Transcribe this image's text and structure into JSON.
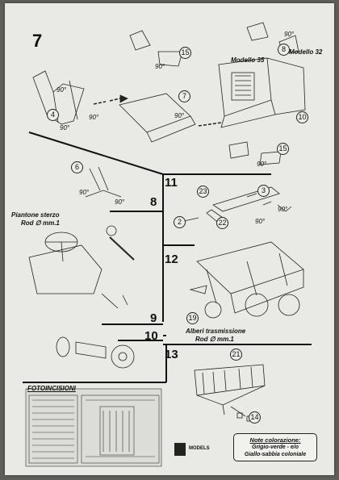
{
  "steps": {
    "s7": "7",
    "s8": "8",
    "s9": "9",
    "s10": "10",
    "s11": "11",
    "s12": "12",
    "s13": "13"
  },
  "parts": {
    "p4": "4",
    "p6": "6",
    "p7": "7",
    "p15a": "15",
    "p15b": "15",
    "p10": "10",
    "p8": "8",
    "p2": "2",
    "p3": "3",
    "p22": "22",
    "p23": "23",
    "p19": "19",
    "p14": "14",
    "p21": "21"
  },
  "angles": {
    "a90_1": "90°",
    "a90_2": "90°",
    "a90_3": "90°",
    "a90_4": "90°",
    "a90_5": "90°",
    "a90_6": "90°",
    "a90_7": "90°",
    "a90_8": "90°",
    "a90_9": "90°",
    "a90_10": "90°",
    "a90_11": "90°"
  },
  "labels": {
    "modello35": "Modello 35",
    "modello32": "Modello 32",
    "piantone": "Piantone sterzo",
    "rod1": "Rod ∅ mm.1",
    "alberi": "Alberi trasmissione",
    "rod2": "Rod ∅ mm.1",
    "fotoincisioni": "FOTOINCISIONI",
    "logo": "MODELS"
  },
  "notes": {
    "title": "Note colorazione:",
    "line1": "Grigio-verde - e/o",
    "line2": "Giallo-sabbia coloniale"
  }
}
